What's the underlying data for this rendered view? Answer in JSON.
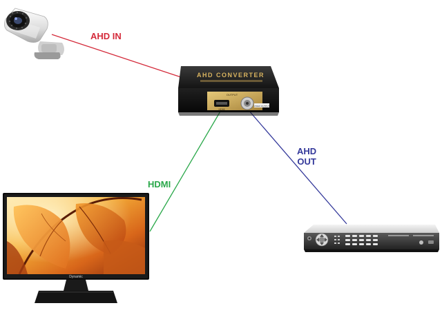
{
  "labels": {
    "ahd_in": "AHD IN",
    "hdmi": "HDMI",
    "ahd_out_line1": "AHD",
    "ahd_out_line2": "OUT"
  },
  "converter": {
    "title": "AHD CONVERTER",
    "output_label": "OUTPUT",
    "port_hdmi": "HDMI",
    "port_bnc": "VIDEO OUTPUT"
  },
  "tv": {
    "brand": "Dynamic"
  },
  "colors": {
    "ahd_in": "#d42a3a",
    "hdmi": "#2aa84a",
    "ahd_out": "#33389a"
  }
}
